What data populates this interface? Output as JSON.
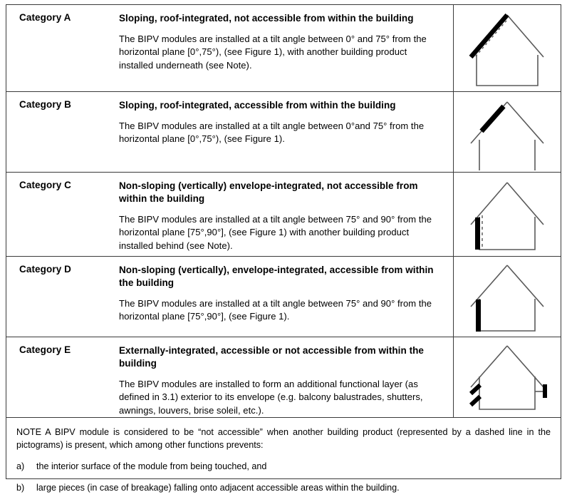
{
  "document": {
    "type": "bipv-category-table",
    "border_color": "#3a3a3a"
  },
  "categories": [
    {
      "label": "Category A",
      "title": "Sloping, roof-integrated, not accessible from within the building",
      "body": "The BIPV modules are installed at a tilt angle between 0° and 75° from the horizontal plane [0°,75°), (see Figure 1), with another building product installed underneath (see Note).",
      "pictogram": {
        "name": "house-sloping-roof-integrated-not-accessible",
        "module_placement": "left-roof-slope",
        "module_style": "thick-solid-black",
        "dashed_line": true,
        "dashed_line_placement": "parallel-beneath-left-roof-slope"
      }
    },
    {
      "label": "Category B",
      "title": "Sloping, roof-integrated, accessible from within the building",
      "body": "The BIPV modules are installed at a tilt angle between 0°and 75° from the horizontal plane   [0°,75°), (see Figure 1).",
      "pictogram": {
        "name": "house-sloping-roof-integrated-accessible",
        "module_placement": "upper-left-roof-slope",
        "module_style": "thick-solid-black",
        "dashed_line": false
      }
    },
    {
      "label": "Category C",
      "title": "Non-sloping (vertically) envelope-integrated, not accessible from within the building",
      "body": "The BIPV modules are installed at a tilt angle between 75° and 90° from the horizontal plane [75°,90°], (see Figure 1) with another building product installed behind (see Note).",
      "pictogram": {
        "name": "house-vertical-envelope-integrated-not-accessible",
        "module_placement": "left-wall",
        "module_style": "thick-solid-black-vertical-bar",
        "dashed_line": true,
        "dashed_line_placement": "vertical-behind-left-wall-module"
      }
    },
    {
      "label": "Category D",
      "title": "Non-sloping (vertically), envelope-integrated, accessible from within the building",
      "body": "The BIPV modules are installed at a tilt angle between 75° and 90° from the horizontal plane [75°,90°], (see Figure 1).",
      "pictogram": {
        "name": "house-vertical-envelope-integrated-accessible",
        "module_placement": "left-wall",
        "module_style": "thick-solid-black-vertical-bar",
        "dashed_line": false
      }
    },
    {
      "label": "Category E",
      "title": "Externally-integrated, accessible or not accessible from within the building",
      "body": "The BIPV modules are installed to form an additional functional layer (as defined in 3.1) exterior to its envelope (e.g. balcony balustrades, shutters, awnings, louvers, brise soleil, etc.).",
      "pictogram": {
        "name": "house-externally-integrated",
        "module_placement": "external-left-wall-louvers-and-right-wall-bracket",
        "module_style": "thick-solid-black-angled-bars",
        "dashed_line": false
      }
    }
  ],
  "note": {
    "paragraph": "NOTE    A BIPV module is considered to be “not accessible” when another building product (represented by a dashed line in the pictograms) is present, which among other functions prevents:",
    "items": [
      {
        "marker": "a)",
        "text": "the interior surface of the module from being touched, and"
      },
      {
        "marker": "b)",
        "text": "large pieces (in case of breakage) falling onto adjacent accessible areas within the building."
      }
    ]
  }
}
